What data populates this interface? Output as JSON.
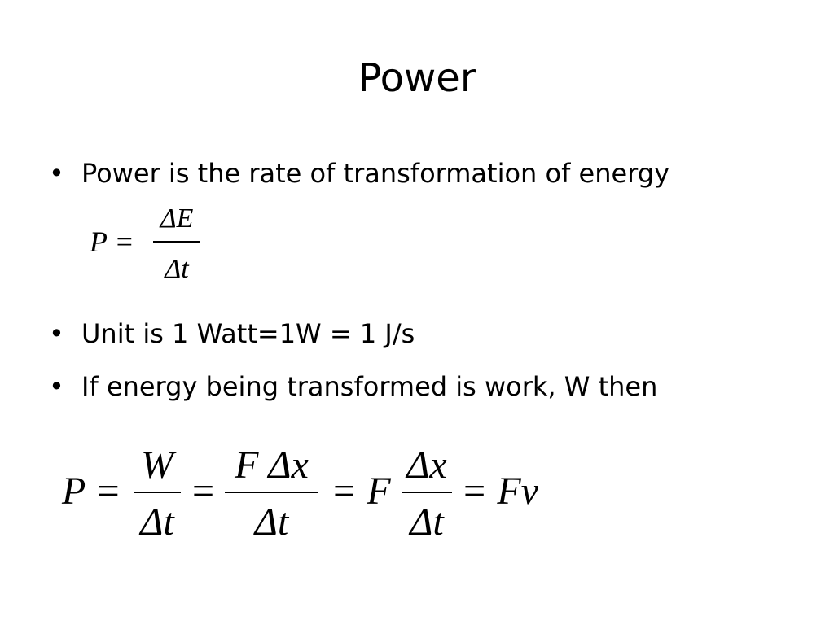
{
  "title": "Power",
  "bullets": [
    {
      "symbol": "•",
      "text": "Power is the rate of transformation of energy"
    },
    {
      "symbol": "•",
      "text": "Unit is 1 Watt=1W = 1 J/s"
    },
    {
      "symbol": "•",
      "text": "If energy being transformed is work, W then"
    }
  ],
  "formula1": {
    "lhs": "P =",
    "numerator": "ΔE",
    "denominator": "Δt"
  },
  "formula2": {
    "lhs": "P =",
    "frac1_num": "W",
    "frac1_den": "Δt",
    "eq2": "=",
    "frac2_num": "F Δx",
    "frac2_den": "Δt",
    "eq3": "= F",
    "frac3_num": "Δx",
    "frac3_den": "Δt",
    "rhs": "= Fv"
  }
}
